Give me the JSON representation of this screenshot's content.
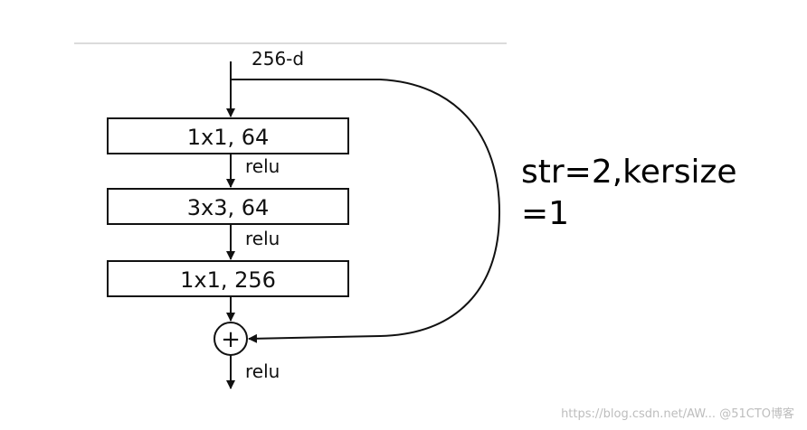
{
  "diagram": {
    "input_label": "256-d",
    "blocks": [
      {
        "label": "1x1, 64"
      },
      {
        "label": "3x3, 64"
      },
      {
        "label": "1x1, 256"
      }
    ],
    "activations": [
      "relu",
      "relu",
      "relu"
    ],
    "sum_symbol": "+"
  },
  "annotation": {
    "text": "str=2,kersize\n=1"
  },
  "watermark": {
    "text": "https://blog.csdn.net/AW... @51CTO博客"
  }
}
